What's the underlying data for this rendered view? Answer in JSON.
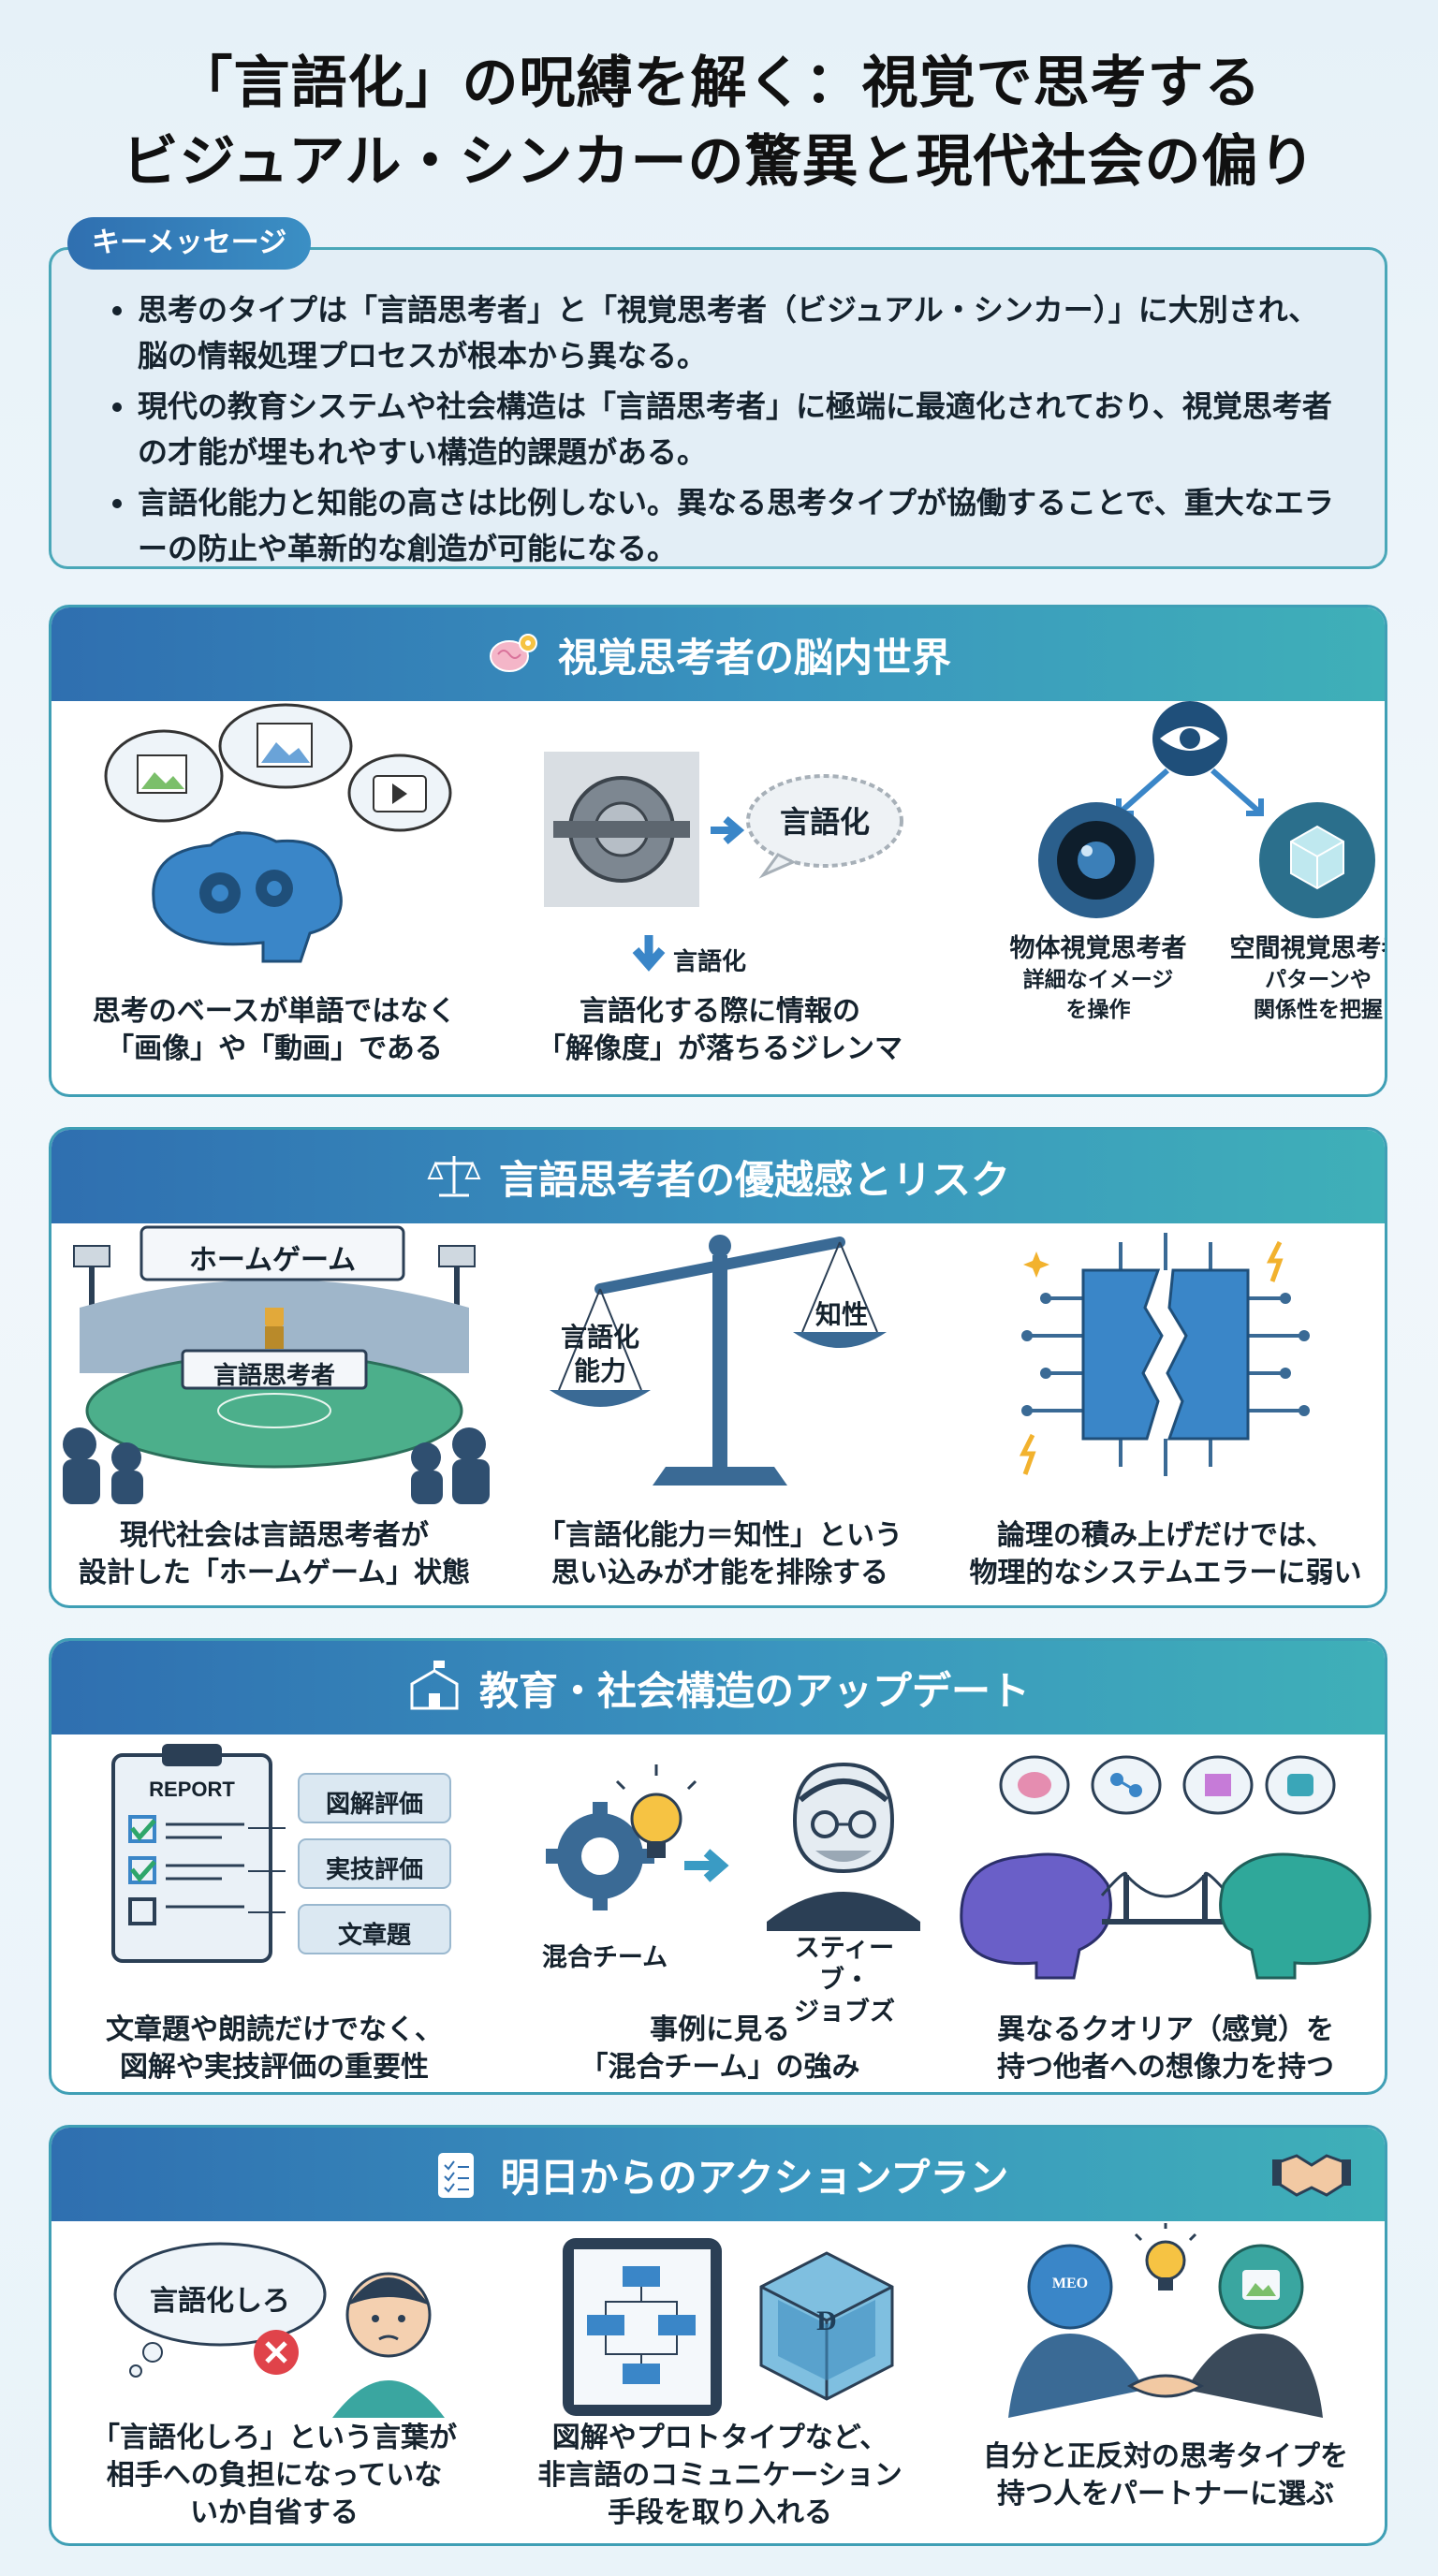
{
  "title": {
    "line1": "「言語化」の呪縛を解く：視覚で思考する",
    "line2": "ビジュアル・シンカーの驚異と現代社会の偏り"
  },
  "key_message": {
    "tag": "キーメッセージ",
    "bullets": [
      "思考のタイプは「言語思考者」と「視覚思考者（ビジュアル・シンカー）」に大別され、脳の情報処理プロセスが根本から異なる。",
      "現代の教育システムや社会構造は「言語思考者」に極端に最適化されており、視覚思考者の才能が埋もれやすい構造的課題がある。",
      "言語化能力と知能の高さは比例しない。異なる思考タイプが協働することで、重大なエラーの防止や革新的な創造が可能になる。"
    ]
  },
  "sections": [
    {
      "title": "視覚思考者の脳内世界",
      "icon": "brain-gear-icon",
      "panels": [
        {
          "caption": [
            "思考のベースが単語ではなく",
            "「画像」や「動画」である"
          ]
        },
        {
          "caption": [
            "言語化する際に情報の",
            "「解像度」が落ちるジレンマ"
          ],
          "bubble": "言語化",
          "arrow_label": "言語化"
        },
        {
          "object_title": "物体視覚思考者",
          "object_desc": [
            "詳細なイメージ",
            "を操作"
          ],
          "space_title": "空間視覚思考者",
          "space_desc": [
            "パターンや",
            "関係性を把握"
          ]
        }
      ]
    },
    {
      "title": "言語思考者の優越感とリスク",
      "icon": "scales-icon",
      "panels": [
        {
          "banner": "ホームゲーム",
          "sign": "言語思考者",
          "caption": [
            "現代社会は言語思考者が",
            "設計した「ホームゲーム」状態"
          ]
        },
        {
          "left_pan": [
            "言語化",
            "能力"
          ],
          "right_pan": "知性",
          "caption": [
            "「言語化能力＝知性」という",
            "思い込みが才能を排除する"
          ]
        },
        {
          "caption": [
            "論理の積み上げだけでは、",
            "物理的なシステムエラーに弱い"
          ]
        }
      ]
    },
    {
      "title": "教育・社会構造のアップデート",
      "icon": "school-icon",
      "panels": [
        {
          "report": "REPORT",
          "tags": [
            "図解評価",
            "実技評価",
            "文章題"
          ],
          "caption": [
            "文章題や朗読だけでなく、",
            "図解や実技評価の重要性"
          ]
        },
        {
          "left_label": "混合チーム",
          "right_label": [
            "スティーブ・",
            "ジョブズ"
          ],
          "caption": [
            "事例に見る",
            "「混合チーム」の強み"
          ]
        },
        {
          "caption": [
            "異なるクオリア（感覚）を",
            "持つ他者への想像力を持つ"
          ]
        }
      ]
    },
    {
      "title": "明日からのアクションプラン",
      "icon": "checklist-icon",
      "panels": [
        {
          "bubble": "言語化しろ",
          "caption": [
            "「言語化しろ」という言葉が",
            "相手への負担になっていな",
            "いか自省する"
          ]
        },
        {
          "cube_letter": "D",
          "caption": [
            "図解やプロトタイプなど、",
            "非言語のコミュニケーション",
            "手段を取り入れる"
          ]
        },
        {
          "head_text": "MEO",
          "caption": [
            "自分と正反対の思考タイプを",
            "持つ人をパートナーに選ぶ"
          ]
        }
      ]
    }
  ],
  "colors": {
    "accent_blue": "#2f6fb0",
    "accent_teal": "#3fb0b8",
    "border": "#3f9fb5",
    "brain": "#3a86c8"
  }
}
